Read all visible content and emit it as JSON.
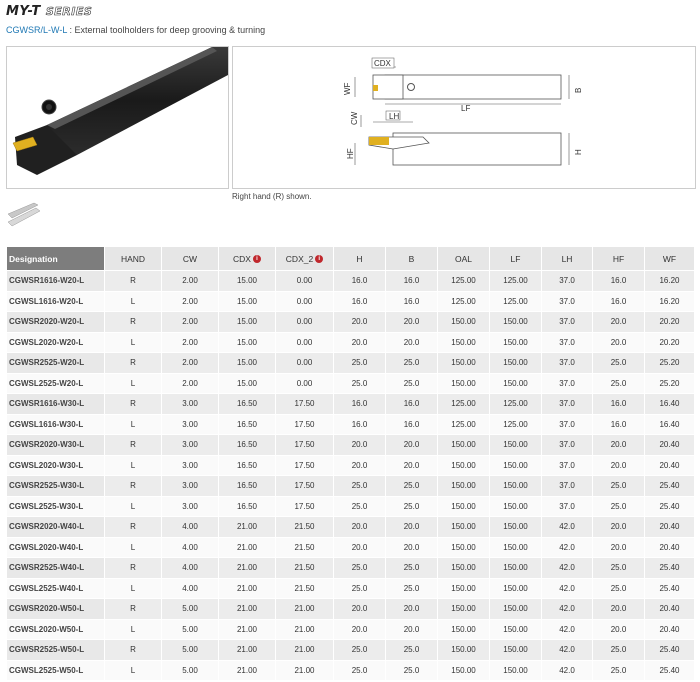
{
  "header": {
    "brand": "MY-T",
    "series": "SERIES",
    "code": "CGWSR/L-W-L",
    "description": ": External toolholders for deep grooving & turning"
  },
  "drawing": {
    "labels": {
      "cdx": "CDX",
      "wf": "WF",
      "b": "B",
      "lf": "LF",
      "cw": "CW",
      "lh": "LH",
      "hf": "HF",
      "h": "H"
    },
    "note": "Right hand (R) shown."
  },
  "colors": {
    "header_dark": "#7d7d7d",
    "header_light": "#e6e6e6",
    "info_icon": "#c0282d",
    "insert_gold": "#e0b020"
  },
  "table": {
    "headers": [
      "Designation",
      "HAND",
      "CW",
      "CDX",
      "CDX_2",
      "H",
      "B",
      "OAL",
      "LF",
      "LH",
      "HF",
      "WF"
    ],
    "info_columns": [
      "CDX",
      "CDX_2"
    ],
    "rows": [
      [
        "CGWSR1616-W20-L",
        "R",
        "2.00",
        "15.00",
        "0.00",
        "16.0",
        "16.0",
        "125.00",
        "125.00",
        "37.0",
        "16.0",
        "16.20"
      ],
      [
        "CGWSL1616-W20-L",
        "L",
        "2.00",
        "15.00",
        "0.00",
        "16.0",
        "16.0",
        "125.00",
        "125.00",
        "37.0",
        "16.0",
        "16.20"
      ],
      [
        "CGWSR2020-W20-L",
        "R",
        "2.00",
        "15.00",
        "0.00",
        "20.0",
        "20.0",
        "150.00",
        "150.00",
        "37.0",
        "20.0",
        "20.20"
      ],
      [
        "CGWSL2020-W20-L",
        "L",
        "2.00",
        "15.00",
        "0.00",
        "20.0",
        "20.0",
        "150.00",
        "150.00",
        "37.0",
        "20.0",
        "20.20"
      ],
      [
        "CGWSR2525-W20-L",
        "R",
        "2.00",
        "15.00",
        "0.00",
        "25.0",
        "25.0",
        "150.00",
        "150.00",
        "37.0",
        "25.0",
        "25.20"
      ],
      [
        "CGWSL2525-W20-L",
        "L",
        "2.00",
        "15.00",
        "0.00",
        "25.0",
        "25.0",
        "150.00",
        "150.00",
        "37.0",
        "25.0",
        "25.20"
      ],
      [
        "CGWSR1616-W30-L",
        "R",
        "3.00",
        "16.50",
        "17.50",
        "16.0",
        "16.0",
        "125.00",
        "125.00",
        "37.0",
        "16.0",
        "16.40"
      ],
      [
        "CGWSL1616-W30-L",
        "L",
        "3.00",
        "16.50",
        "17.50",
        "16.0",
        "16.0",
        "125.00",
        "125.00",
        "37.0",
        "16.0",
        "16.40"
      ],
      [
        "CGWSR2020-W30-L",
        "R",
        "3.00",
        "16.50",
        "17.50",
        "20.0",
        "20.0",
        "150.00",
        "150.00",
        "37.0",
        "20.0",
        "20.40"
      ],
      [
        "CGWSL2020-W30-L",
        "L",
        "3.00",
        "16.50",
        "17.50",
        "20.0",
        "20.0",
        "150.00",
        "150.00",
        "37.0",
        "20.0",
        "20.40"
      ],
      [
        "CGWSR2525-W30-L",
        "R",
        "3.00",
        "16.50",
        "17.50",
        "25.0",
        "25.0",
        "150.00",
        "150.00",
        "37.0",
        "25.0",
        "25.40"
      ],
      [
        "CGWSL2525-W30-L",
        "L",
        "3.00",
        "16.50",
        "17.50",
        "25.0",
        "25.0",
        "150.00",
        "150.00",
        "37.0",
        "25.0",
        "25.40"
      ],
      [
        "CGWSR2020-W40-L",
        "R",
        "4.00",
        "21.00",
        "21.50",
        "20.0",
        "20.0",
        "150.00",
        "150.00",
        "42.0",
        "20.0",
        "20.40"
      ],
      [
        "CGWSL2020-W40-L",
        "L",
        "4.00",
        "21.00",
        "21.50",
        "20.0",
        "20.0",
        "150.00",
        "150.00",
        "42.0",
        "20.0",
        "20.40"
      ],
      [
        "CGWSR2525-W40-L",
        "R",
        "4.00",
        "21.00",
        "21.50",
        "25.0",
        "25.0",
        "150.00",
        "150.00",
        "42.0",
        "25.0",
        "25.40"
      ],
      [
        "CGWSL2525-W40-L",
        "L",
        "4.00",
        "21.00",
        "21.50",
        "25.0",
        "25.0",
        "150.00",
        "150.00",
        "42.0",
        "25.0",
        "25.40"
      ],
      [
        "CGWSR2020-W50-L",
        "R",
        "5.00",
        "21.00",
        "21.00",
        "20.0",
        "20.0",
        "150.00",
        "150.00",
        "42.0",
        "20.0",
        "20.40"
      ],
      [
        "CGWSL2020-W50-L",
        "L",
        "5.00",
        "21.00",
        "21.00",
        "20.0",
        "20.0",
        "150.00",
        "150.00",
        "42.0",
        "20.0",
        "20.40"
      ],
      [
        "CGWSR2525-W50-L",
        "R",
        "5.00",
        "21.00",
        "21.00",
        "25.0",
        "25.0",
        "150.00",
        "150.00",
        "42.0",
        "25.0",
        "25.40"
      ],
      [
        "CGWSL2525-W50-L",
        "L",
        "5.00",
        "21.00",
        "21.00",
        "25.0",
        "25.0",
        "150.00",
        "150.00",
        "42.0",
        "25.0",
        "25.40"
      ]
    ]
  }
}
